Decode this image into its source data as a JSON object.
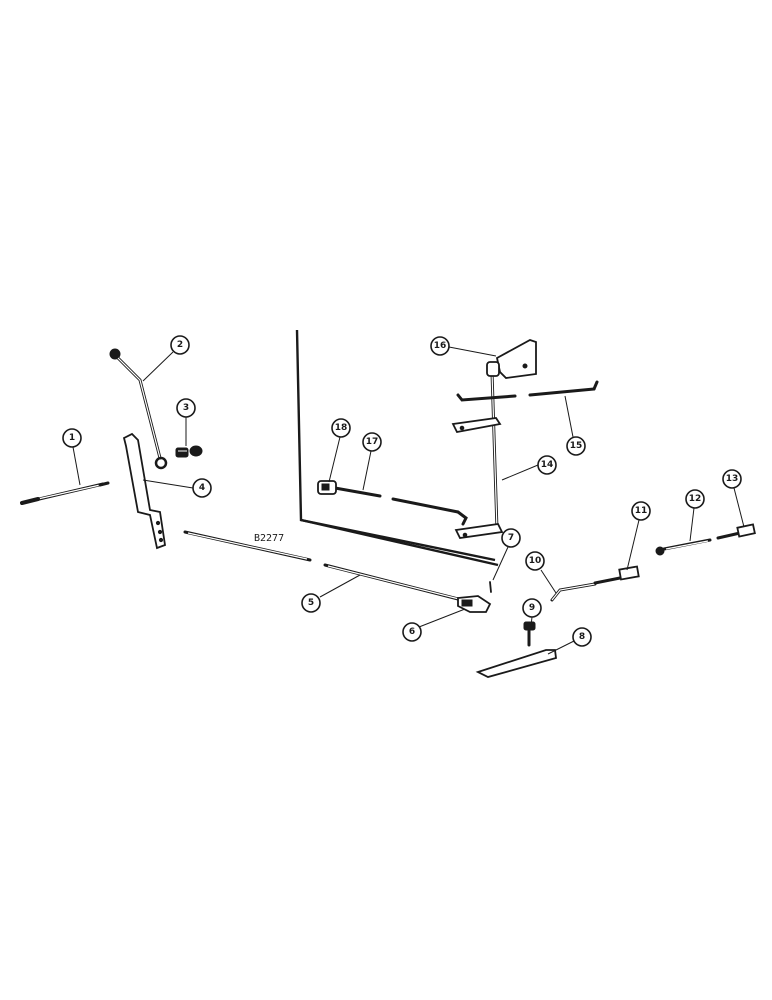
{
  "drawing_code": "B2277",
  "callouts": [
    {
      "label": "1"
    },
    {
      "label": "2"
    },
    {
      "label": "3"
    },
    {
      "label": "4"
    },
    {
      "label": "5"
    },
    {
      "label": "6"
    },
    {
      "label": "7"
    },
    {
      "label": "8"
    },
    {
      "label": "9"
    },
    {
      "label": "10"
    },
    {
      "label": "11"
    },
    {
      "label": "12"
    },
    {
      "label": "13"
    },
    {
      "label": "14"
    },
    {
      "label": "15"
    },
    {
      "label": "16"
    },
    {
      "label": "17"
    },
    {
      "label": "18"
    }
  ]
}
